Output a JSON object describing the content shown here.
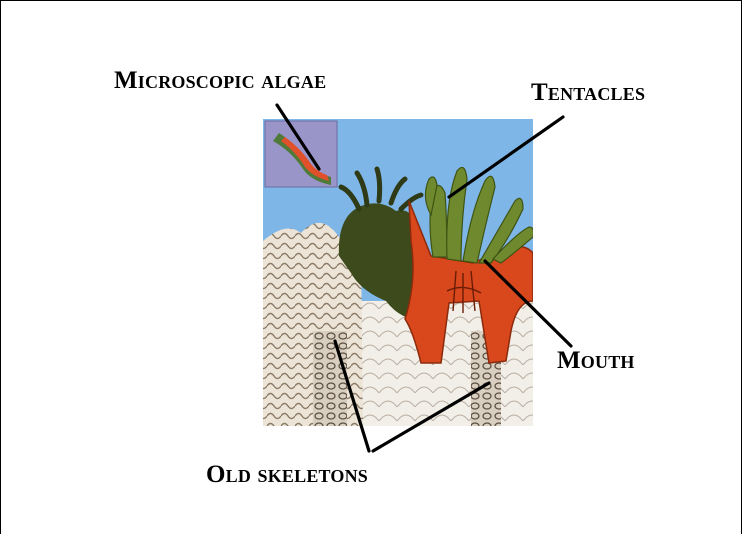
{
  "labels": {
    "algae": "Microscopic algae",
    "tentacles": "Tentacles",
    "mouth": "Mouth",
    "skeletons": "Old skeletons"
  },
  "colors": {
    "sky": "#7fb6e8",
    "polyp_tissue": "#d8481c",
    "polyp_dark": "#3c4a1c",
    "tentacle_green": "#6f8a2e",
    "skeleton": "#e6ddd0",
    "inset_bg": "#9a95c8",
    "pointer": "#000000"
  },
  "icons": {
    "illustration": "coral-polyp-cross-section"
  }
}
